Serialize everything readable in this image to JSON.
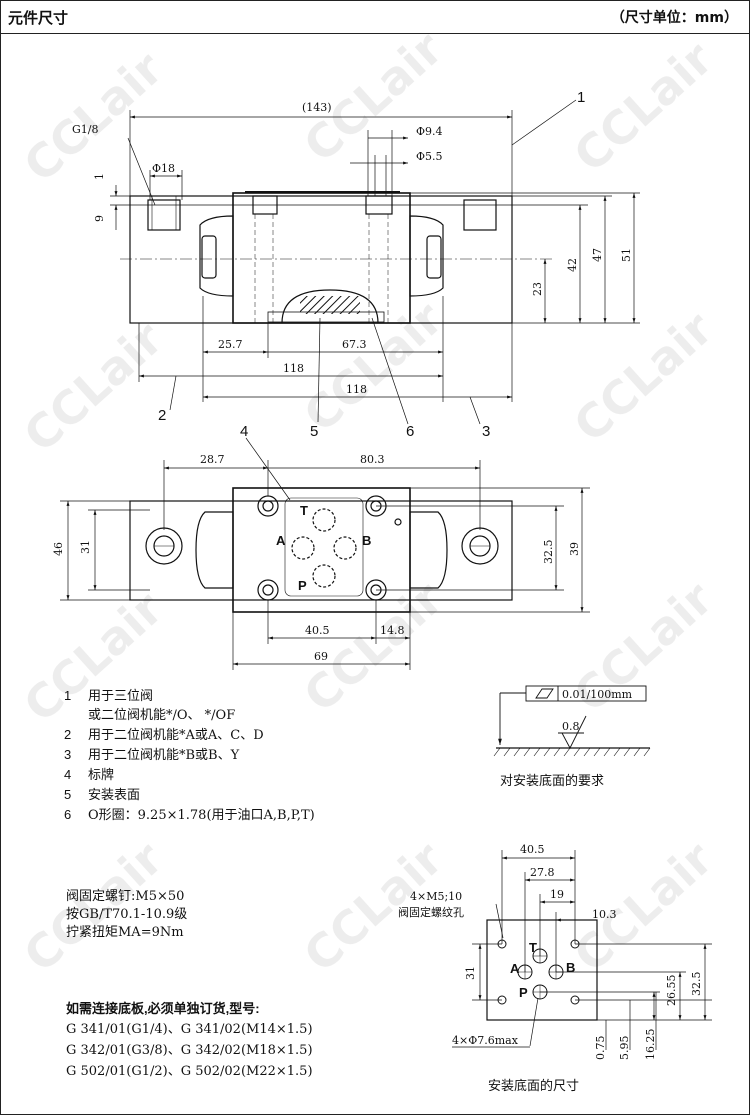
{
  "header": {
    "title": "元件尺寸",
    "unit": "（尺寸单位：mm）"
  },
  "watermark": "CCLair",
  "side_view": {
    "dims": {
      "overall": "(143)",
      "thread": "G1/8",
      "port_dia": "Φ18",
      "d1": "1",
      "d2": "9",
      "pin_dia": "Φ9.4",
      "pin_dia2": "Φ5.5",
      "h23": "23",
      "h42": "42",
      "h47": "47",
      "h51": "51",
      "w257": "25.7",
      "w673": "67.3",
      "w118a": "118",
      "w118b": "118"
    },
    "callouts": [
      "1",
      "2",
      "3",
      "5",
      "6"
    ]
  },
  "top_view": {
    "dims": {
      "w287": "28.7",
      "w803": "80.3",
      "h46": "46",
      "h31": "31",
      "h325": "32.5",
      "h39": "39",
      "w405": "40.5",
      "w148": "14.8",
      "w69": "69"
    },
    "ports": {
      "t": "T",
      "a": "A",
      "b": "B",
      "p": "P"
    },
    "callout": "4"
  },
  "notes": [
    {
      "num": "1",
      "text": "用于三位阀"
    },
    {
      "num": "",
      "text": "或二位阀机能*/O、 */OF"
    },
    {
      "num": "2",
      "text": "用于二位阀机能*A或A、C、D"
    },
    {
      "num": "3",
      "text": "用于二位阀机能*B或B、Y"
    },
    {
      "num": "4",
      "text": "标牌"
    },
    {
      "num": "5",
      "text": "安装表面"
    },
    {
      "num": "6",
      "text": "O形圈：9.25×1.78(用于油口A,B,P,T)"
    }
  ],
  "surface": {
    "flatness": "0.01/100mm",
    "roughness": "0.8",
    "caption": "对安装底面的要求"
  },
  "bolt": {
    "l1": "阀固定螺钉:M5×50",
    "l2": "按GB/T70.1-10.9级",
    "l3": "拧紧扭矩MA=9Nm"
  },
  "order": {
    "title": "如需连接底板,必须单独订货,型号:",
    "lines": [
      "G 341/01(G1/4)、G 341/02(M14×1.5)",
      "G 342/01(G3/8)、G 342/02(M18×1.5)",
      "G 502/01(G1/2)、G 502/02(M22×1.5)"
    ]
  },
  "mount": {
    "dims": {
      "w405": "40.5",
      "w278": "27.8",
      "w19": "19",
      "w103": "10.3",
      "h31": "31",
      "h325": "32.5",
      "h2655": "26.55",
      "h075": "0.75",
      "h595": "5.95",
      "h1625": "16.25"
    },
    "screw_label1": "4×M5;10",
    "screw_label2": "阀固定螺纹孔",
    "port_label": "4×Φ7.6max",
    "ports": {
      "t": "T",
      "a": "A",
      "b": "B",
      "p": "P"
    },
    "caption": "安装底面的尺寸"
  }
}
